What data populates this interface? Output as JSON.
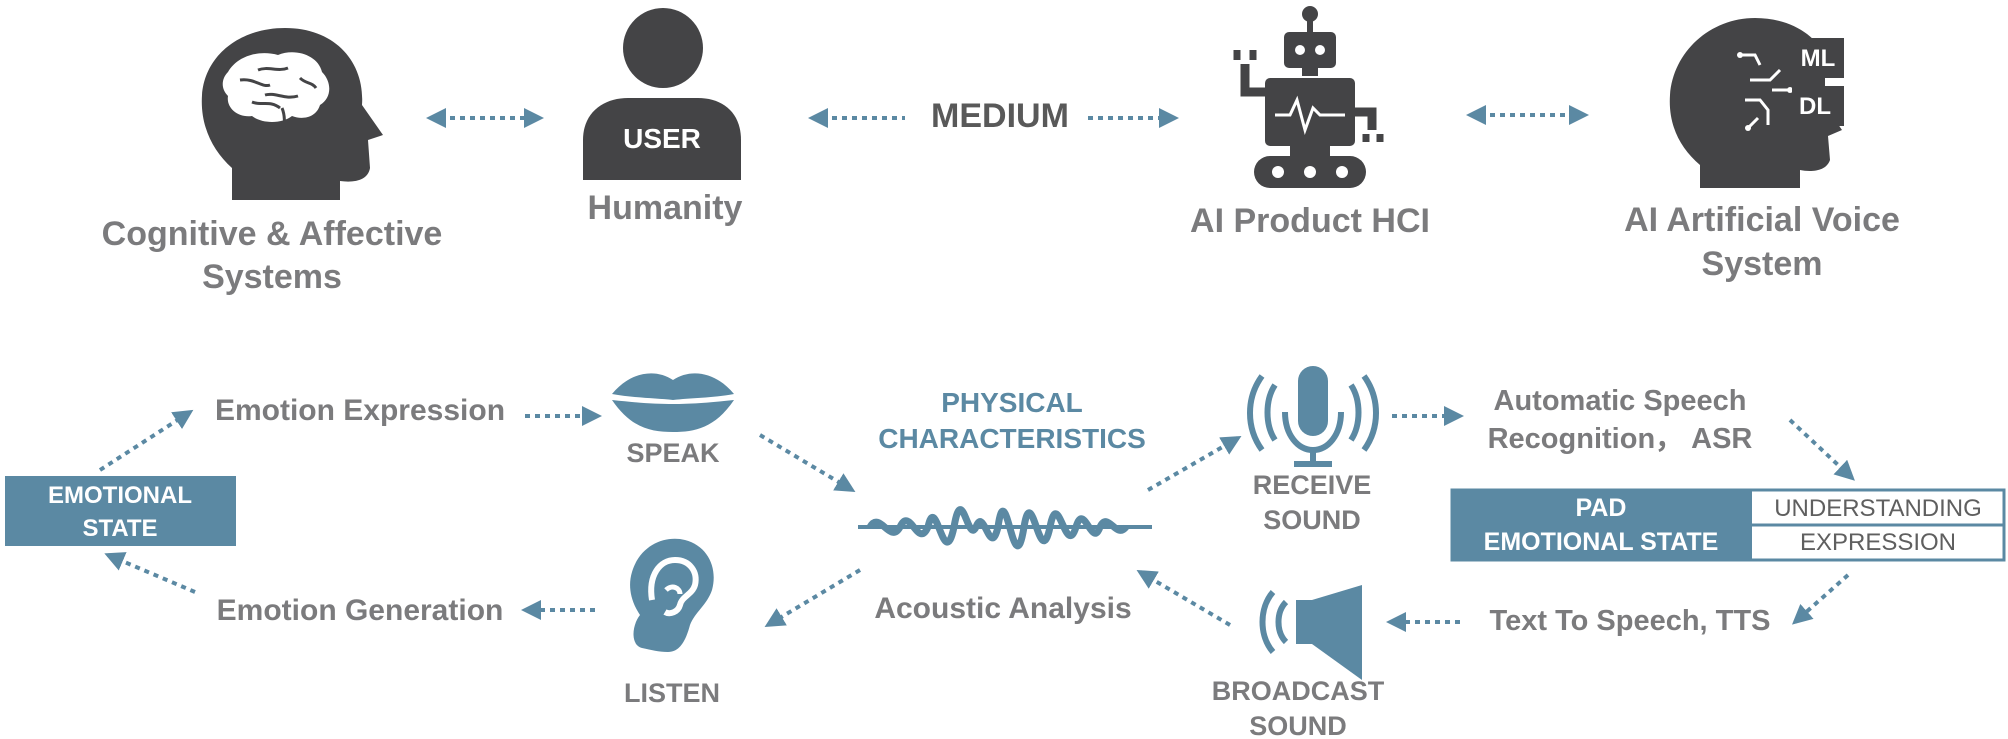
{
  "top": {
    "cognitive_label_1": "Cognitive & Affective",
    "cognitive_label_2": "Systems",
    "user_badge": "USER",
    "humanity_label": "Humanity",
    "medium_label": "MEDIUM",
    "ai_product_label": "AI Product HCI",
    "ai_voice_label_1": "AI Artificial Voice",
    "ai_voice_label_2": "System",
    "ml_badge": "ML",
    "dl_badge": "DL"
  },
  "bottom": {
    "emotional_state_1": "EMOTIONAL",
    "emotional_state_2": "STATE",
    "emotion_expression": "Emotion Expression",
    "emotion_generation": "Emotion Generation",
    "speak": "SPEAK",
    "listen": "LISTEN",
    "physical_1": "PHYSICAL",
    "physical_2": "CHARACTERISTICS",
    "acoustic_analysis": "Acoustic Analysis",
    "receive_1": "RECEIVE",
    "receive_2": "SOUND",
    "broadcast_1": "BROADCAST",
    "broadcast_2": "SOUND",
    "asr_1": "Automatic Speech",
    "asr_2": "Recognition， ASR",
    "tts": "Text To Speech, TTS",
    "pad_1": "PAD",
    "pad_2": "EMOTIONAL STATE",
    "understanding": "UNDERSTANDING",
    "expression": "EXPRESSION"
  },
  "colors": {
    "dark_gray": "#444446",
    "text_gray": "#7b7b7d",
    "accent_blue": "#5b89a3"
  }
}
